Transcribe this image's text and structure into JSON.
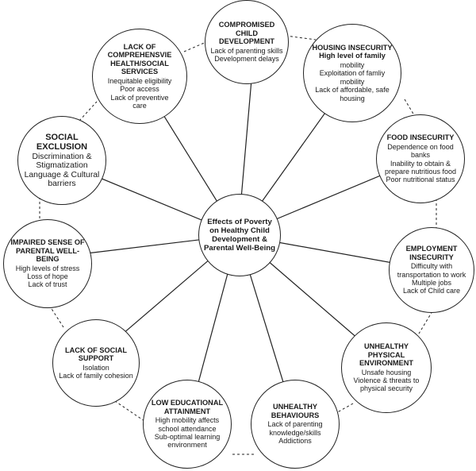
{
  "diagram": {
    "center": {
      "id": "center",
      "title": "Effects of Poverty on Healthy Child Development & Parental Well-Being",
      "lines": []
    },
    "nodes": [
      {
        "id": "compromised",
        "title": "COMPROMISED CHILD DEVELOPMENT",
        "lines": [
          "Lack of parenting skills",
          "Development delays"
        ]
      },
      {
        "id": "housing",
        "title": "HOUSING INSECURITY High level of family",
        "lines": [
          "mobility",
          "Exploitation of famliy",
          "mobility",
          "Lack of affordable, safe",
          "housing"
        ]
      },
      {
        "id": "food",
        "title": "FOOD INSECURITY",
        "lines": [
          "Dependence on food",
          "banks",
          "Inability to obtain &",
          "prepare nutritious food",
          "Poor nutritional status"
        ]
      },
      {
        "id": "employment",
        "title": "EMPLOYMENT INSECURITY",
        "lines": [
          "Difficulty with",
          "transportation to work",
          "Multiple jobs",
          "Lack of Child care"
        ]
      },
      {
        "id": "environment",
        "title": "UNHEALTHY PHYSICAL ENVIRONMENT",
        "lines": [
          "Unsafe housing",
          "Violence & threats to",
          "physical security"
        ]
      },
      {
        "id": "behaviours",
        "title": "UNHEALTHY BEHAVIOURS",
        "lines": [
          "Lack of parenting",
          "knowledge/skills",
          "Addictions"
        ]
      },
      {
        "id": "education",
        "title": "LOW EDUCATIONAL ATTAINMENT",
        "lines": [
          "High mobility affects",
          "school attendance",
          "Sub-optimal learning",
          "environment"
        ]
      },
      {
        "id": "support",
        "title": "LACK OF SOCIAL SUPPORT",
        "lines": [
          "Isolation",
          "Lack of family cohesion"
        ]
      },
      {
        "id": "parental",
        "title": "IMPAIRED SENSE OF PARENTAL WELL-BEING",
        "lines": [
          "High levels of stress",
          "Loss of hope",
          "Lack of trust"
        ]
      },
      {
        "id": "exclusion",
        "title": "SOCIAL EXCLUSION",
        "lines": [
          "Discrimination &",
          "Stigmatization",
          "Language & Cultural",
          "barriers"
        ]
      },
      {
        "id": "services",
        "title": "LACK OF COMPREHENSVIE HEALTH/SOCIAL SERVICES",
        "lines": [
          "Inequitable eligibility",
          "Poor access",
          "Lack of preventive",
          "care"
        ]
      }
    ]
  }
}
